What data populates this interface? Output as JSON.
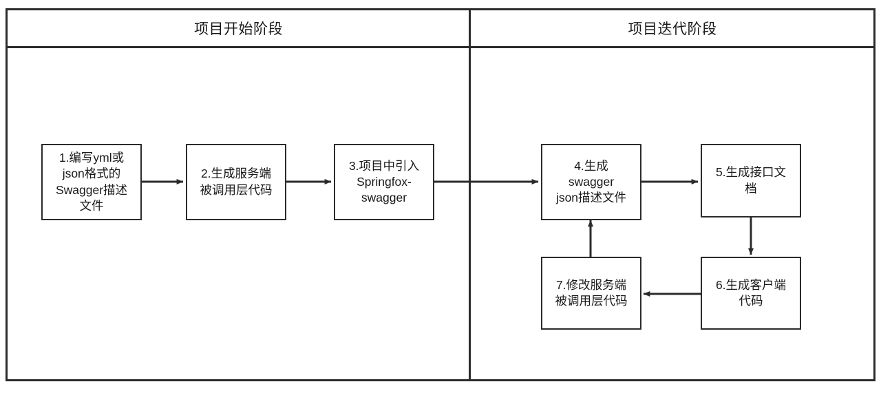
{
  "diagram": {
    "title_left": "项目开始阶段",
    "title_right": "项目迭代阶段",
    "line_color": "#2b2b2b",
    "background": "#ffffff",
    "text_color": "#1a1a1a"
  },
  "lanes": [
    {
      "id": "lane-start",
      "label": "项目开始阶段"
    },
    {
      "id": "lane-iteration",
      "label": "项目迭代阶段"
    }
  ],
  "nodes": [
    {
      "id": "node-1",
      "label": "1.编写yml或\njson格式的\nSwagger描述\n文件"
    },
    {
      "id": "node-2",
      "label": "2.生成服务端\n被调用层代码"
    },
    {
      "id": "node-3",
      "label": "3.项目中引入\nSpringfox-\nswagger"
    },
    {
      "id": "node-4",
      "label": "4.生成\nswagger\njson描述文件"
    },
    {
      "id": "node-5",
      "label": "5.生成接口文\n档"
    },
    {
      "id": "node-6",
      "label": "6.生成客户端\n代码"
    },
    {
      "id": "node-7",
      "label": "7.修改服务端\n被调用层代码"
    }
  ],
  "edges": [
    {
      "id": "edge-1-2",
      "from": "node-1",
      "to": "node-2",
      "direction": "right"
    },
    {
      "id": "edge-2-3",
      "from": "node-2",
      "to": "node-3",
      "direction": "right"
    },
    {
      "id": "edge-3-4",
      "from": "node-3",
      "to": "node-4",
      "direction": "right"
    },
    {
      "id": "edge-4-5",
      "from": "node-4",
      "to": "node-5",
      "direction": "right"
    },
    {
      "id": "edge-5-6",
      "from": "node-5",
      "to": "node-6",
      "direction": "down"
    },
    {
      "id": "edge-6-7",
      "from": "node-6",
      "to": "node-7",
      "direction": "left"
    },
    {
      "id": "edge-7-4",
      "from": "node-7",
      "to": "node-4",
      "direction": "up"
    }
  ]
}
